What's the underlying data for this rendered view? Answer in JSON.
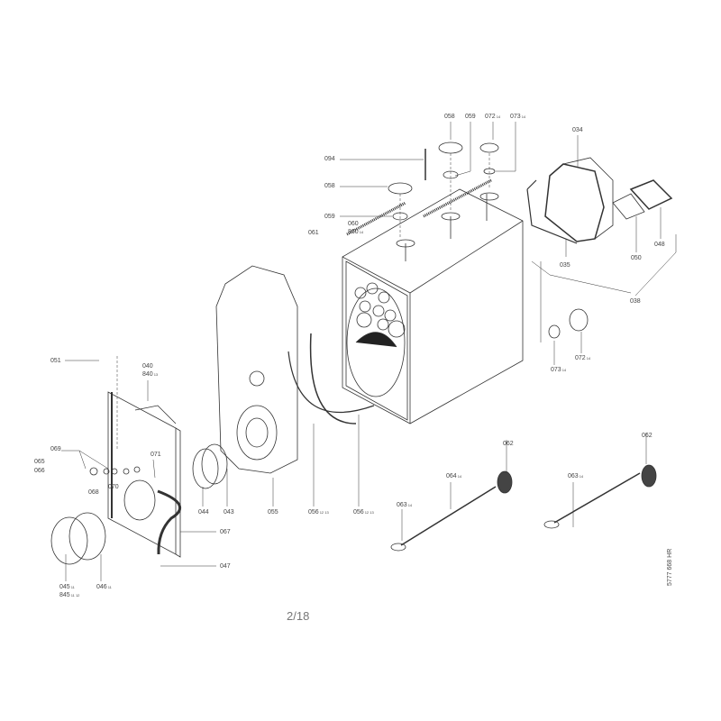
{
  "drawing": {
    "labels": {
      "l094": {
        "num": "094",
        "sup": ""
      },
      "l058a": {
        "num": "058",
        "sup": ""
      },
      "l059a": {
        "num": "059",
        "sup": ""
      },
      "l060": {
        "num": "060",
        "sup": ""
      },
      "l860": {
        "num": "860",
        "sup": "14"
      },
      "l061": {
        "num": "061",
        "sup": ""
      },
      "l058b": {
        "num": "058",
        "sup": ""
      },
      "l059b": {
        "num": "059",
        "sup": ""
      },
      "l072a": {
        "num": "072",
        "sup": "14"
      },
      "l073a": {
        "num": "073",
        "sup": "14"
      },
      "l034": {
        "num": "034",
        "sup": ""
      },
      "l035": {
        "num": "035",
        "sup": ""
      },
      "l050": {
        "num": "050",
        "sup": ""
      },
      "l048": {
        "num": "048",
        "sup": ""
      },
      "l038": {
        "num": "038",
        "sup": ""
      },
      "l072b": {
        "num": "072",
        "sup": "14"
      },
      "l073b": {
        "num": "073",
        "sup": "14"
      },
      "l051": {
        "num": "051",
        "sup": ""
      },
      "l040": {
        "num": "040",
        "sup": ""
      },
      "l840": {
        "num": "840",
        "sup": "13"
      },
      "l069": {
        "num": "069",
        "sup": ""
      },
      "l065": {
        "num": "065",
        "sup": ""
      },
      "l066": {
        "num": "066",
        "sup": ""
      },
      "l071": {
        "num": "071",
        "sup": ""
      },
      "l068": {
        "num": "068",
        "sup": ""
      },
      "l070": {
        "num": "070",
        "sup": ""
      },
      "l044": {
        "num": "044",
        "sup": ""
      },
      "l043": {
        "num": "043",
        "sup": ""
      },
      "l055": {
        "num": "055",
        "sup": ""
      },
      "l056a": {
        "num": "056",
        "sup": "12 13"
      },
      "l056b": {
        "num": "056",
        "sup": "12 13"
      },
      "l067": {
        "num": "067",
        "sup": ""
      },
      "l047": {
        "num": "047",
        "sup": ""
      },
      "l045": {
        "num": "045",
        "sup": "11"
      },
      "l845": {
        "num": "845",
        "sup": "11 12"
      },
      "l046": {
        "num": "046",
        "sup": "11"
      },
      "l062a": {
        "num": "062",
        "sup": ""
      },
      "l064": {
        "num": "064",
        "sup": "14"
      },
      "l063a": {
        "num": "063",
        "sup": "14"
      },
      "l062b": {
        "num": "062",
        "sup": ""
      },
      "l063b": {
        "num": "063",
        "sup": "14"
      }
    },
    "drawing_code": "5777 668 HR"
  },
  "page_indicator": "2/18"
}
